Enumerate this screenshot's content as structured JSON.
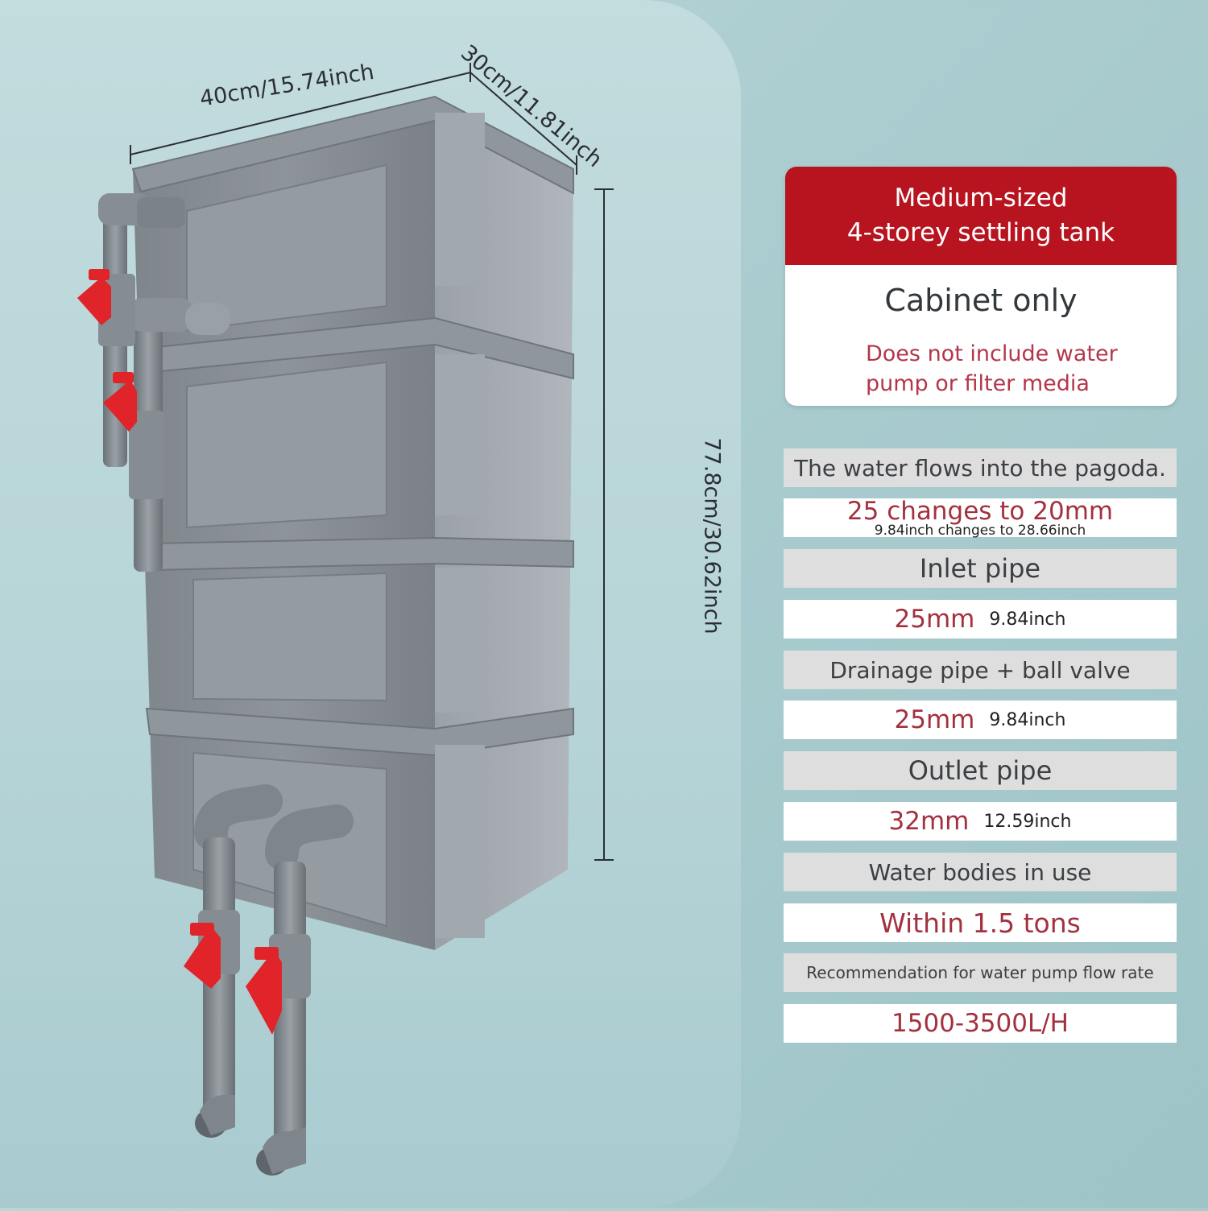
{
  "dimensions": {
    "width": "40cm/15.74inch",
    "depth": "30cm/11.81inch",
    "height": "77.8cm/30.62inch"
  },
  "card": {
    "title_line1": "Medium-sized",
    "title_line2": "4-storey settling tank",
    "subtitle": "Cabinet only",
    "note": "Does not include water pump or filter media"
  },
  "specs": {
    "flow_title": "The water flows into the pagoda.",
    "flow_value": "25 changes to 20mm",
    "flow_value_inch": "9.84inch changes to 28.66inch",
    "inlet_title": "Inlet pipe",
    "inlet_mm": "25mm",
    "inlet_inch": "9.84inch",
    "drain_title": "Drainage pipe + ball valve",
    "drain_mm": "25mm",
    "drain_inch": "9.84inch",
    "outlet_title": "Outlet pipe",
    "outlet_mm": "32mm",
    "outlet_inch": "12.59inch",
    "water_title": "Water bodies in use",
    "water_value": "Within 1.5 tons",
    "pump_title": "Recommendation for water pump flow rate",
    "pump_value": "1500-3500L/H"
  },
  "colors": {
    "accent_red": "#b7141f",
    "text_red": "#a3313f",
    "tank_grey": "#8a9096",
    "valve_red": "#e0242a"
  }
}
